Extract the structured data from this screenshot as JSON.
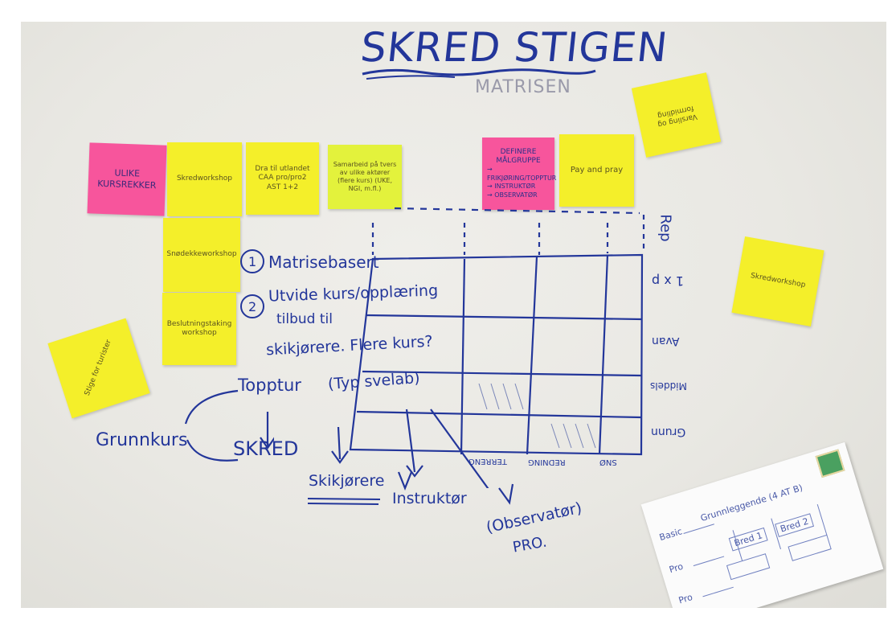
{
  "board": {
    "title": "SKRED STIGEN",
    "subtitle": "MATRISEN",
    "list_item_1": "Matrisebasert",
    "list_item_2_line1": "Utvide kurs/opplæring",
    "list_item_2_line2": "tilbud til",
    "list_item_2_line3": "skikjørere. Flere kurs?",
    "list_item_3": "(Typ svelab)",
    "flow_top": "Topptur",
    "flow_left": "Grunnkurs",
    "flow_bottom": "SKRED",
    "arrow_target_1": "Skikjørere",
    "arrow_target_2": "Instruktør",
    "arrow_target_3_line1": "(Observatør)",
    "arrow_target_3_line2": "PRO.",
    "matrix_col_1": "TERRENG",
    "matrix_col_2": "REDNING",
    "matrix_col_3": "SNØ",
    "matrix_row_1": "Rep",
    "matrix_row_2": "1 x p",
    "matrix_row_3": "Avan",
    "matrix_row_4": "Middels",
    "matrix_row_5": "Grunn"
  },
  "notes": {
    "pink_1": "ULIKE KURSREKKER",
    "yellow_1": "Skredworkshop",
    "yellow_2": "Dra til utlandet CAA pro/pro2 AST 1+2",
    "lime_1": "Samarbeid på tvers av ulike aktører (flere kurs) (UKE, NGI, m.fl.)",
    "pink_2_title": "DEFINERE MÅLGRUPPE",
    "pink_2_items": [
      "→ FRIKJØRING/TOPPTUR",
      "→ INSTRUKTØR",
      "→ OBSERVATØR"
    ],
    "yellow_3": "Pay and pray",
    "yellow_4": "Varsling og formidling",
    "yellow_5": "Snødekkeworkshop",
    "yellow_6": "Beslutningstaking workshop",
    "yellow_7": "Stige for turister",
    "yellow_8": "Skredworkshop"
  },
  "paper": {
    "header": "Grunnleggende (4 AT B)",
    "box_1": "Bred 1",
    "box_2": "Bred 2",
    "side_1": "Basic",
    "side_2": "Pro",
    "side_3": "Pro"
  },
  "colors": {
    "ink": "#23369a",
    "note_yellow": "#f4ef2a",
    "note_lime": "#e3f23c",
    "note_pink": "#f7559c"
  }
}
